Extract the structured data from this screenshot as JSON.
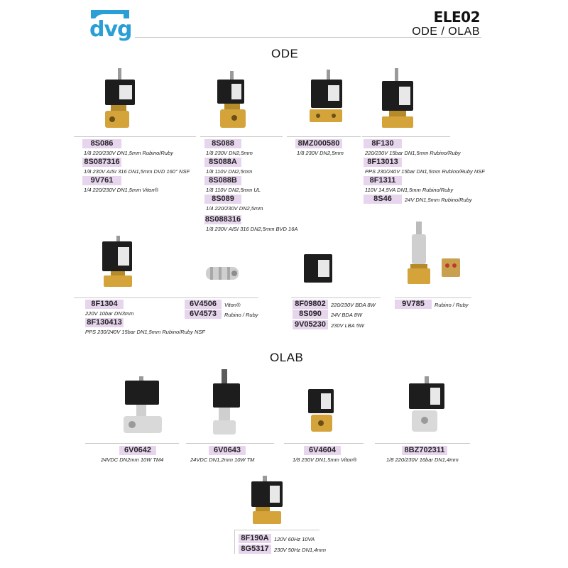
{
  "header": {
    "logo_text": "dvg",
    "code": "ELE02",
    "subtitle": "ODE / OLAB"
  },
  "sections": {
    "ode": "ODE",
    "olab": "OLAB"
  },
  "colors": {
    "brand_blue": "#2a9fd6",
    "code_background": "#e7d5ee"
  },
  "products": {
    "g1": [
      {
        "code": "8S086",
        "desc": "1/8 220/230V DN1,5mm Rubino/Ruby"
      },
      {
        "code": "8S087316",
        "desc": "1/8 230V AISI 316 DN1,5mm DVD 160° NSF"
      },
      {
        "code": "9V761",
        "desc": "1/4 220/230V DN1,5mm Viton®"
      }
    ],
    "g2": [
      {
        "code": "8S088",
        "desc": "1/8 230V DN2,5mm"
      },
      {
        "code": "8S088A",
        "desc": "1/8 110V DN2,5mm"
      },
      {
        "code": "8S088B",
        "desc": "1/8 110V DN2,5mm UL"
      },
      {
        "code": "8S089",
        "desc": "1/4 220/230V DN2,5mm"
      },
      {
        "code": "8S088316",
        "desc": "1/8 230V AISI 316 DN2,5mm BVD 16A"
      }
    ],
    "g3": [
      {
        "code": "8MZ000580",
        "desc": "1/8 230V DN2,5mm"
      }
    ],
    "g4": [
      {
        "code": "8F130",
        "desc": "220/230V 15bar DN1,5mm Rubino/Ruby"
      },
      {
        "code": "8F13013",
        "desc": "PPS 230/240V 15bar DN1,5mm Rubino/Ruby NSF"
      },
      {
        "code": "8F1311",
        "desc": "110V 14,5VA DN1,5mm Rubino/Ruby"
      },
      {
        "code": "8S46",
        "desc": "24V DN1,5mm Rubino/Ruby"
      }
    ],
    "g5": [
      {
        "code": "8F1304",
        "desc": "220V 10bar DN3mm"
      },
      {
        "code": "8F130413",
        "desc": "PPS 230/240V 15bar DN1,5mm Rubino/Ruby NSF"
      }
    ],
    "g6": [
      {
        "code": "6V4506",
        "desc": "Viton®"
      },
      {
        "code": "6V4573",
        "desc": "Rubino / Ruby"
      }
    ],
    "g7": [
      {
        "code": "8F09802",
        "desc": "220/230V BDA 8W"
      },
      {
        "code": "8S090",
        "desc": "24V BDA 8W"
      },
      {
        "code": "9V05230",
        "desc": "230V LBA 5W"
      }
    ],
    "g8": [
      {
        "code": "9V785",
        "desc": "Rubino / Ruby"
      }
    ],
    "g9": [
      {
        "code": "6V0642",
        "desc": "24VDC DN2mm 10W TM4"
      }
    ],
    "g10": [
      {
        "code": "6V0643",
        "desc": "24VDC DN1,2mm 10W TM"
      }
    ],
    "g11": [
      {
        "code": "6V4604",
        "desc": "1/8 230V DN1,5mm Viton®"
      }
    ],
    "g12": [
      {
        "code": "8BZ702311",
        "desc": "1/8 220/230V 16bar DN1,4mm"
      }
    ],
    "g13": [
      {
        "code": "8F190A",
        "desc": "120V 60Hz 10VA"
      },
      {
        "code": "8G5317",
        "desc": "230V 50Hz DN1,4mm"
      }
    ]
  }
}
